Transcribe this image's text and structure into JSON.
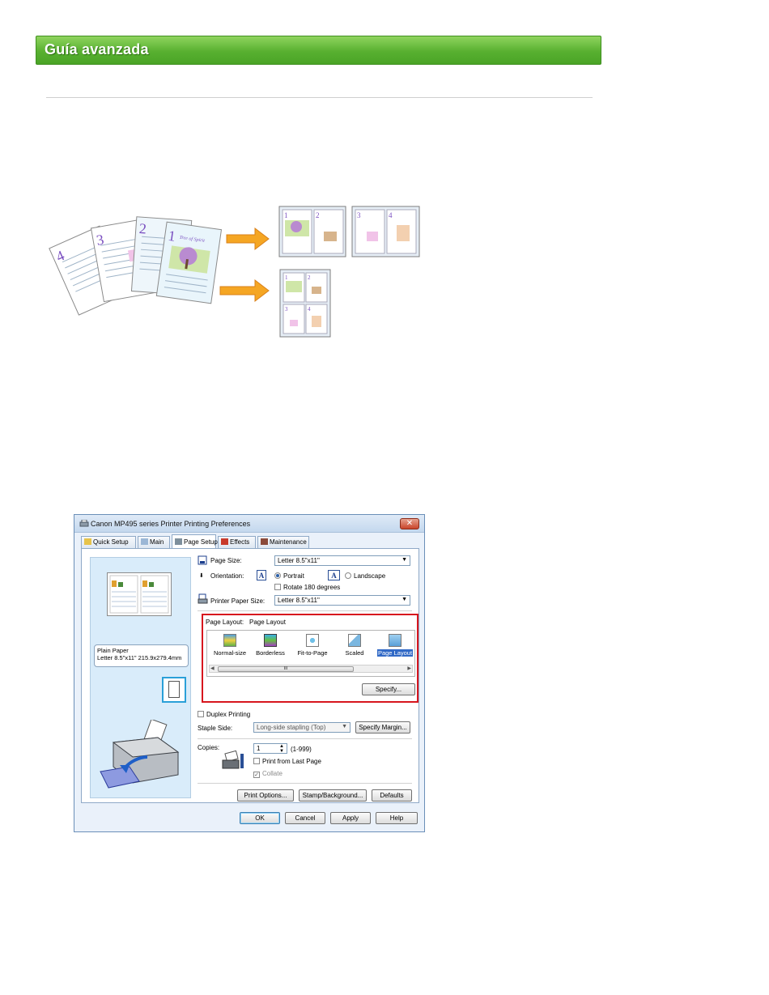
{
  "banner": {
    "title": "Guía avanzada"
  },
  "illustration": {
    "sheet_numbers": [
      "4",
      "3",
      "2",
      "1"
    ],
    "cover_text": "Tree of Spirit",
    "output_numbers_a": [
      "1",
      "2",
      "3",
      "4"
    ],
    "output_numbers_b": [
      "1",
      "2",
      "3",
      "4"
    ]
  },
  "dialog": {
    "title": "Canon MP495 series Printer Printing Preferences",
    "close_label": "✕",
    "tabs": [
      "Quick Setup",
      "Main",
      "Page Setup",
      "Effects",
      "Maintenance"
    ],
    "active_tab": "Page Setup",
    "preview": {
      "paper_line1": "Plain Paper",
      "paper_line2": "Letter 8.5\"x11\" 215.9x279.4mm"
    },
    "page_size_label": "Page Size:",
    "page_size_value": "Letter 8.5\"x11\"",
    "orientation_label": "Orientation:",
    "portrait_label": "Portrait",
    "landscape_label": "Landscape",
    "rotate_label": "Rotate 180 degrees",
    "printer_paper_size_label": "Printer Paper Size:",
    "printer_paper_size_value": "Letter 8.5\"x11\"",
    "page_layout_label": "Page Layout:",
    "page_layout_value": "Page Layout",
    "layout_options": [
      "Normal-size",
      "Borderless",
      "Fit-to-Page",
      "Scaled",
      "Page Layout"
    ],
    "selected_layout": "Page Layout",
    "scroll_thumb_label": "III",
    "specify_button": "Specify...",
    "duplex_label": "Duplex Printing",
    "staple_side_label": "Staple Side:",
    "staple_side_value": "Long-side stapling (Top)",
    "specify_margin_button": "Specify Margin...",
    "copies_label": "Copies:",
    "copies_value": "1",
    "copies_range": "(1-999)",
    "print_from_last_label": "Print from Last Page",
    "collate_label": "Collate",
    "print_options_button": "Print Options...",
    "stamp_button": "Stamp/Background...",
    "defaults_button": "Defaults",
    "ok_button": "OK",
    "cancel_button": "Cancel",
    "apply_button": "Apply",
    "help_button": "Help"
  }
}
